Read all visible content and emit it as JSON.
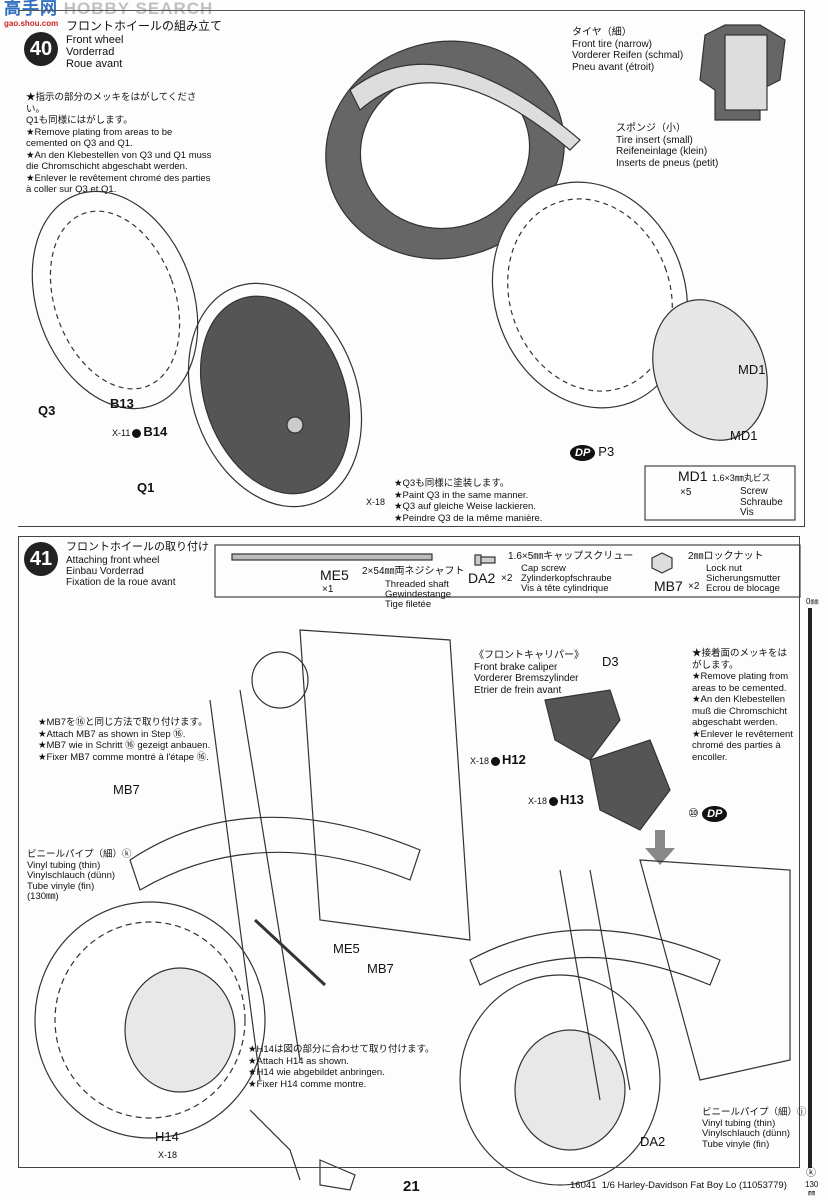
{
  "watermark": {
    "brand": "HOBBY SEARCH",
    "site_prefix": "高手网",
    "site_url": "gao.shou.com"
  },
  "step40": {
    "number": "40",
    "title_jp": "フロントホイールの組み立て",
    "title_en": "Front wheel",
    "title_de": "Vorderrad",
    "title_fr": "Roue avant",
    "note_plating": "★指示の部分のメッキをはがしてください。\nQ1も同様にはがします。\n★Remove plating from areas to be cemented on Q3 and Q1.\n★An den Klebestellen von Q3 und Q1 muss die Chromschicht abgeschabt werden.\n★Enlever le revêtement chromé des parties à coller sur Q3 et Q1.",
    "tire_label": "タイヤ（細）\nFront tire (narrow)\nVorderer Reifen (schmal)\nPneu avant (étroit)",
    "insert_label": "スポンジ（小）\nTire insert (small)\nReifeneinlage (klein)\nInserts de pneus (petit)",
    "parts": {
      "q3": "Q3",
      "b13": "B13",
      "b14": "B14",
      "x11": "X-11",
      "q1": "Q1",
      "x18": "X-18",
      "p3": "P3",
      "dp": "DP",
      "md1_a": "MD1",
      "md1_b": "MD1"
    },
    "note_paint": "★Q3も同様に塗装します。\n★Paint Q3 in the same manner.\n★Q3 auf gleiche Weise lackieren.\n★Peindre Q3 de la même manière.",
    "hardware": {
      "code": "MD1",
      "qty": "×5",
      "spec": "1.6×3㎜丸ビス",
      "name": "Screw\nSchraube\nVis"
    }
  },
  "step41": {
    "number": "41",
    "title_jp": "フロントホイールの取り付け",
    "title_en": "Attaching front wheel",
    "title_de": "Einbau Vorderrad",
    "title_fr": "Fixation de la roue avant",
    "hardware": [
      {
        "code": "ME5",
        "qty": "×1",
        "spec": "2×54㎜両ネジシャフト",
        "name": "Threaded shaft\nGewindestange\nTige filetée"
      },
      {
        "code": "DA2",
        "qty": "×2",
        "spec": "1.6×5㎜キャップスクリュー",
        "name": "Cap screw\nZylinderkopfschraube\nVis à tête cylindrique"
      },
      {
        "code": "MB7",
        "qty": "×2",
        "spec": "2㎜ロックナット",
        "name": "Lock nut\nSicherungsmutter\nEcrou de blocage"
      }
    ],
    "note_mb7": "★MB7を⑯と同じ方法で取り付けます。\n★Attach MB7 as shown in Step ⑯.\n★MB7 wie in Schritt ⑯ gezeigt anbauen.\n★Fixer MB7 comme montré à l'étape ⑯.",
    "tubing_k": "ビニールパイプ（細）ⓚ\nVinyl tubing (thin)\nVinylschlauch (dünn)\nTube vinyle (fin)\n(130㎜)",
    "caliper": "《フロントキャリパー》\nFront brake caliper\nVorderer Bremszylinder\nEtrier de frein avant",
    "note_caliper": "★接着面のメッキをはがします。\n★Remove plating from areas to be cemented.\n★An den Klebestellen muß die Chromschicht abgeschabt werden.\n★Enlever le revêtement chromé des parties à encoller.",
    "note_h14": "★H14は図の部分に合わせて取り付けます。\n★Attach H14 as shown.\n★H14 wie abgebildet anbringen.\n★Fixer H14 comme montre.",
    "tubing_j": "ビニールパイプ（細）ⓙ\nVinyl tubing (thin)\nVinylschlauch (dünn)\nTube vinyle (fin)",
    "parts": {
      "mb7_a": "MB7",
      "me5": "ME5",
      "mb7_b": "MB7",
      "h14": "H14",
      "x18": "X-18",
      "d3": "D3",
      "h12": "H12",
      "h13": "H13",
      "x18_a": "X-18",
      "x18_b": "X-18",
      "ten": "⑩",
      "dp": "DP",
      "da2": "DA2"
    }
  },
  "ruler": {
    "top": "0㎜",
    "bottom_k": "ⓚ",
    "bottom_len": "130",
    "bottom_unit": "㎜"
  },
  "footer": {
    "page": "21",
    "product": "16041  1/6 Harley-Davidson Fat Boy Lo (11053779)"
  }
}
